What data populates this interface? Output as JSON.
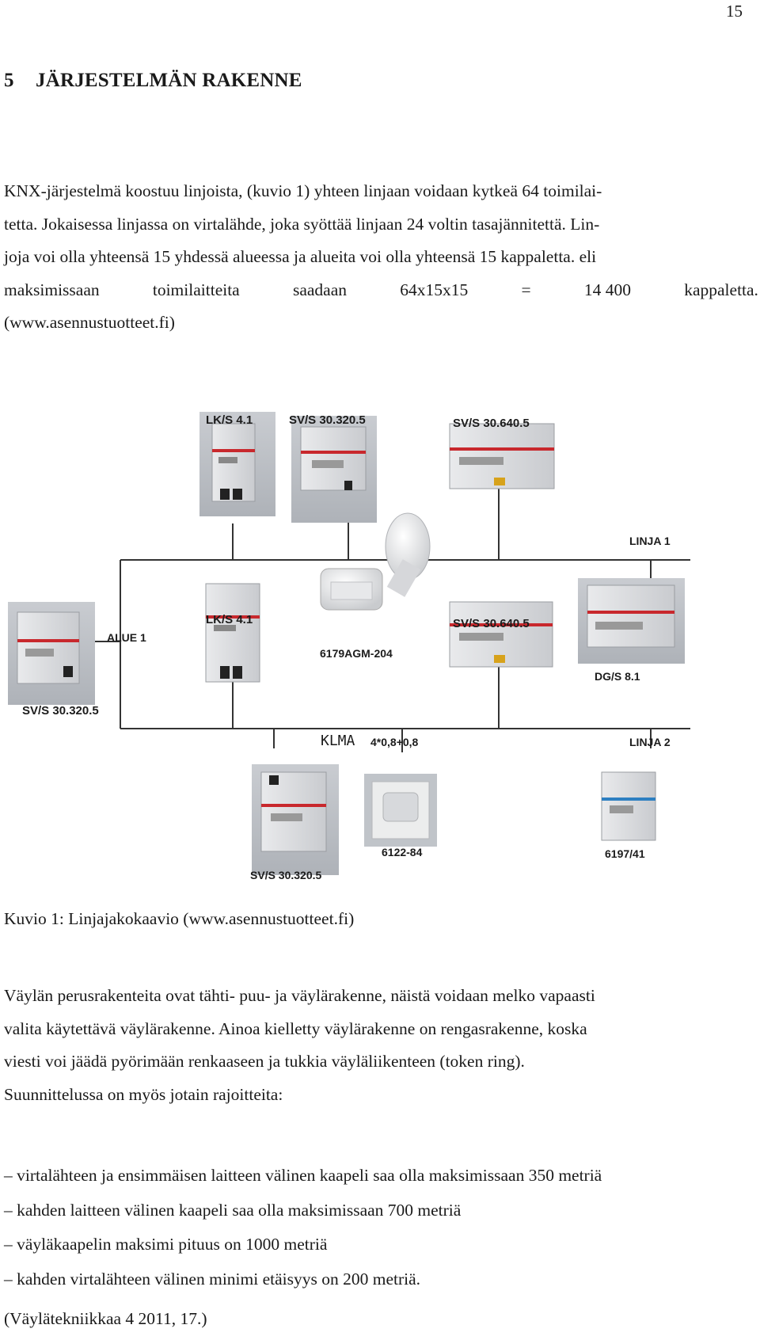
{
  "page_number": "15",
  "heading": {
    "number": "5",
    "title": "JÄRJESTELMÄN RAKENNE"
  },
  "para1": {
    "lines": [
      "KNX-järjestelmä koostuu linjoista, (kuvio 1) yhteen linjaan voidaan kytkeä 64 toimilai-",
      "tetta. Jokaisessa linjassa on virtalähde, joka syöttää linjaan 24 voltin tasajännitettä. Lin-",
      "joja voi olla yhteensä 15 yhdessä alueessa ja alueita voi olla yhteensä 15 kappaletta. eli"
    ],
    "line4_words": [
      "maksimissaan",
      "toimilaitteita",
      "saadaan",
      "64x15x15",
      "=",
      "14 400",
      "kappaletta."
    ],
    "line5": "(www.asennustuotteet.fi)"
  },
  "figure": {
    "labels": {
      "lks_top": "LK/S 4.1",
      "svs_top": "SV/S 30.320.5",
      "svs640_top": "SV/S 30.640.5",
      "linja1": "LINJA 1",
      "alue1": "ALUE 1",
      "svs_left": "SV/S 30.320.5",
      "lks_mid": "LK/S 4.1",
      "sensor_top": "6179AGM-204",
      "svs640_mid": "SV/S 30.640.5",
      "dgs": "DG/S 8.1",
      "klma": "KLMA",
      "klma_spec": "4*0,8+0,8",
      "linja2": "LINJA 2",
      "svs_bottom": "SV/S 30.320.5",
      "sensor_bottom": "6122-84",
      "device_6197": "6197/41"
    },
    "colors": {
      "bus_line": "#333333",
      "device_body": "#dcdde0",
      "accent_red": "#c8282d",
      "photo_bg": "#bfc3c8"
    }
  },
  "caption": "Kuvio 1: Linjajakokaavio (www.asennustuotteet.fi)",
  "para2": {
    "lines": [
      "Väylän perusrakenteita ovat tähti- puu- ja väylärakenne, näistä voidaan melko vapaasti",
      "valita käytettävä väylärakenne. Ainoa kielletty väylärakenne on rengasrakenne, koska",
      "viesti voi jäädä pyörimään renkaaseen ja tukkia väyläliikenteen (token ring).",
      "Suunnittelussa on myös jotain rajoitteita:"
    ]
  },
  "bullets": [
    "– virtalähteen ja ensimmäisen laitteen välinen kaapeli saa olla maksimissaan 350 metriä",
    "– kahden laitteen välinen kaapeli saa olla maksimissaan 700 metriä",
    "– väyläkaapelin maksimi pituus on 1000 metriä",
    "– kahden virtalähteen välinen minimi etäisyys on 200 metriä."
  ],
  "citation": "(Väylätekniikkaa 4 2011, 17.)"
}
